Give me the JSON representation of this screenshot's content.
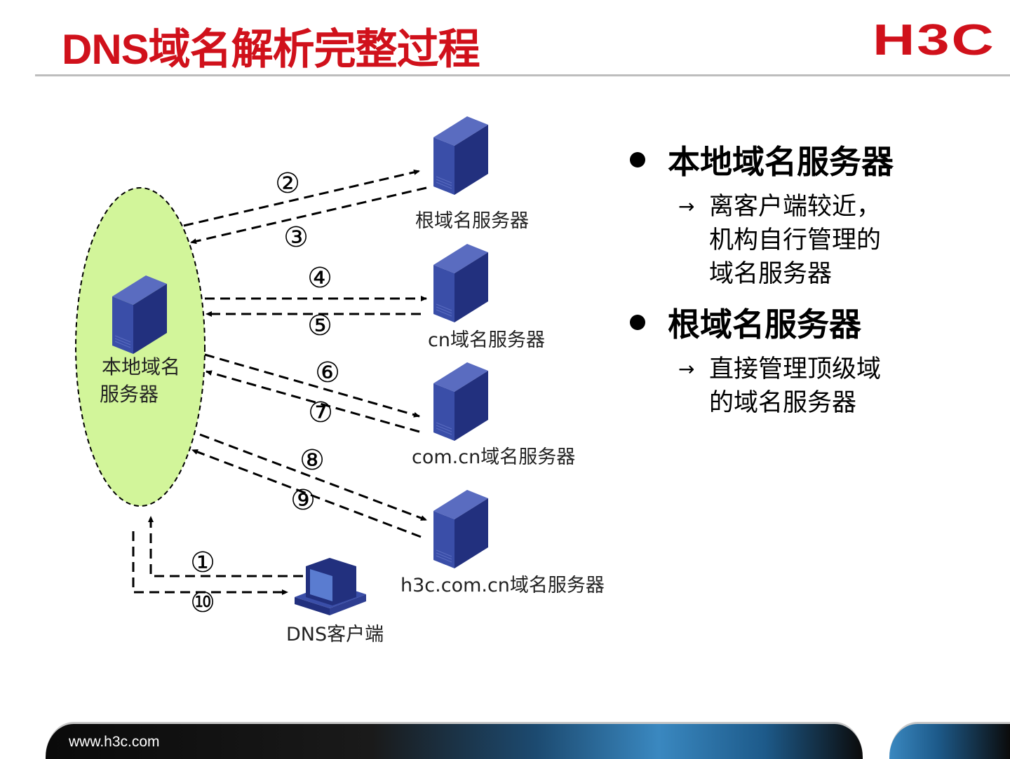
{
  "header": {
    "title": "DNS域名解析完整过程",
    "logo": "H3C"
  },
  "diagram": {
    "local_server": {
      "line1": "本地域名",
      "line2": "服务器"
    },
    "servers": [
      {
        "label": "根域名服务器"
      },
      {
        "label": "cn域名服务器"
      },
      {
        "label": "com.cn域名服务器"
      },
      {
        "label": "h3c.com.cn域名服务器"
      }
    ],
    "client": {
      "label": "DNS客户端"
    },
    "steps": [
      "①",
      "②",
      "③",
      "④",
      "⑤",
      "⑥",
      "⑦",
      "⑧",
      "⑨",
      "⑩"
    ],
    "colors": {
      "ellipse": "#d2f59a",
      "server": "#2e3e91",
      "line": "#000000"
    }
  },
  "panel": {
    "items": [
      {
        "heading": "本地域名服务器",
        "sub": [
          "离客户端较近，",
          "机构自行管理的",
          "域名服务器"
        ]
      },
      {
        "heading": "根域名服务器",
        "sub": [
          "直接管理顶级域",
          "的域名服务器"
        ]
      }
    ],
    "arrow": "→"
  },
  "footer": {
    "url": "www.h3c.com"
  }
}
